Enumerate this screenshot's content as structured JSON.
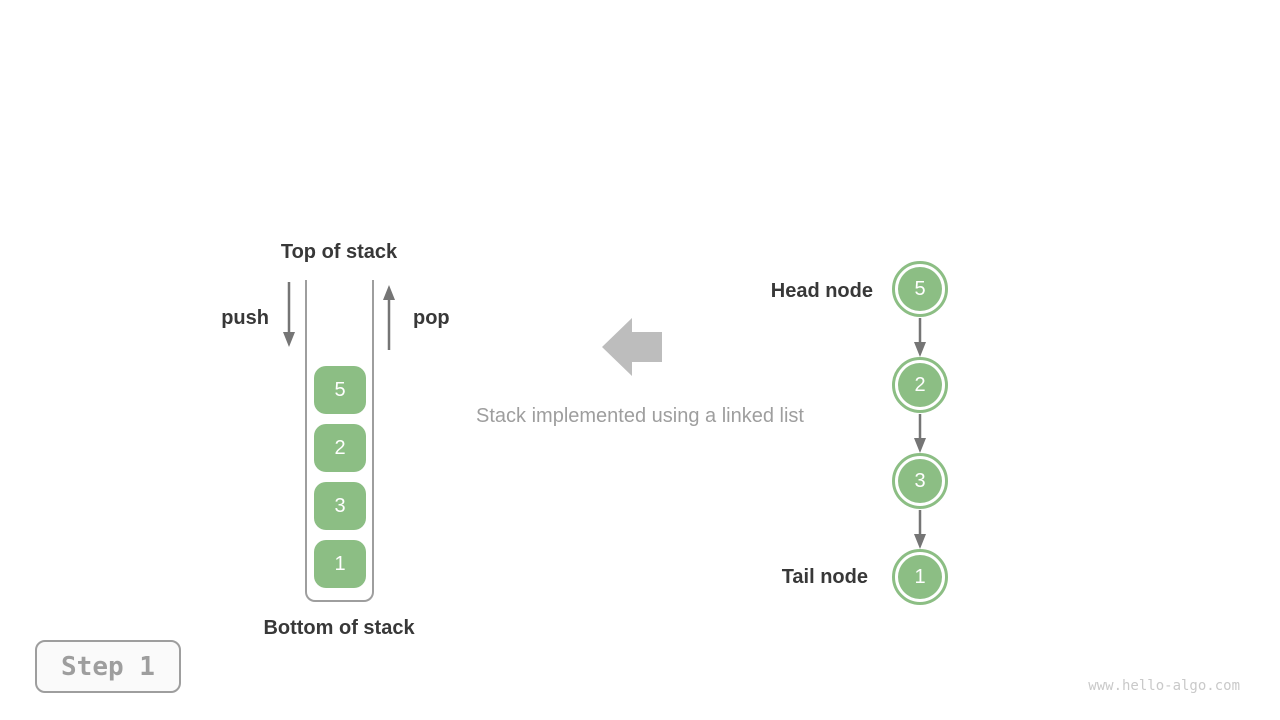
{
  "stack": {
    "top_label": "Top of stack",
    "bottom_label": "Bottom of stack",
    "push_label": "push",
    "pop_label": "pop",
    "items": [
      "5",
      "2",
      "3",
      "1"
    ]
  },
  "linked_list": {
    "head_label": "Head node",
    "tail_label": "Tail node",
    "nodes": [
      "5",
      "2",
      "3",
      "1"
    ]
  },
  "caption": "Stack implemented using a linked list",
  "step_badge": "Step 1",
  "watermark": "www.hello-algo.com",
  "colors": {
    "node_green": "#8cbe84",
    "arrow_gray": "#757575",
    "container_wall_gray": "#9e9e9e",
    "block_arrow_gray": "#bdbdbd",
    "label_dark": "#383838",
    "muted_text_gray": "#9e9e9e"
  }
}
